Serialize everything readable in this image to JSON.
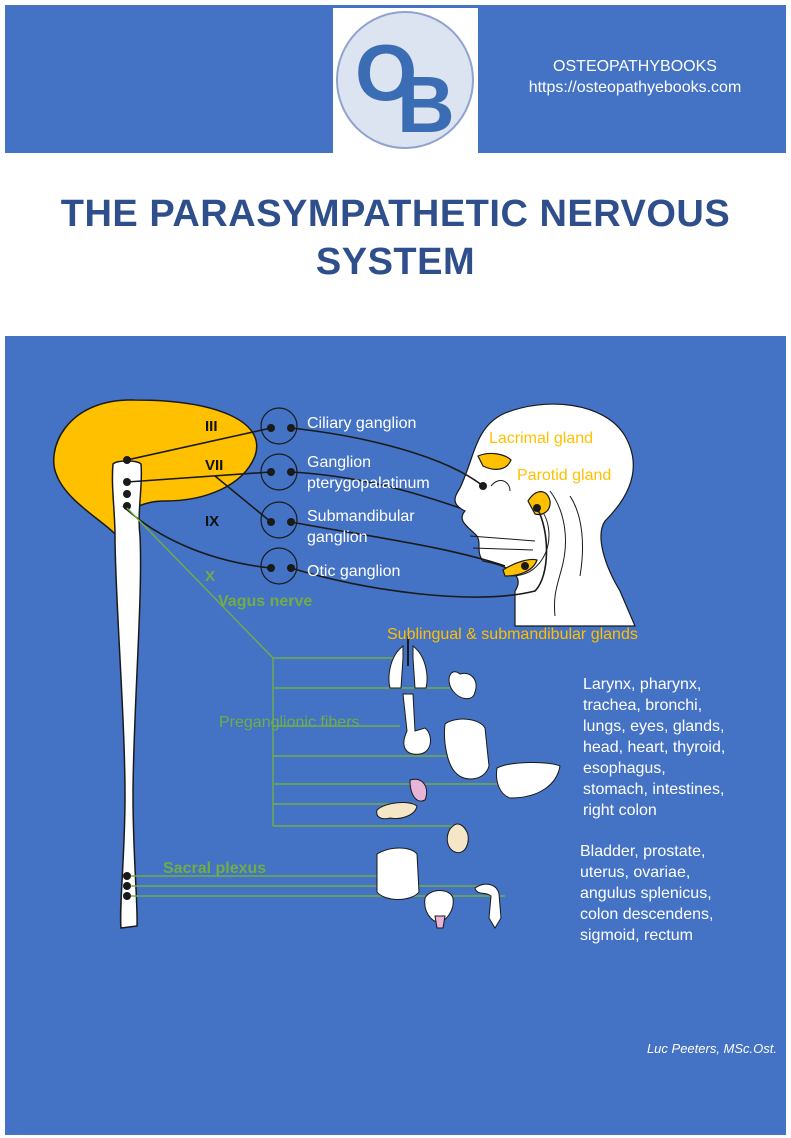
{
  "header": {
    "logo_letters": [
      "O",
      "B"
    ],
    "publisher_name": "OSTEOPATHYBOOKS",
    "publisher_url": "https://osteopathyebooks.com"
  },
  "title_lines": [
    "THE PARASYMPATHETIC NERVOUS",
    "SYSTEM"
  ],
  "cranial_nerves": [
    "III",
    "VII",
    "IX",
    "X"
  ],
  "ganglia": {
    "ciliary": "Ciliary ganglion",
    "ptery_line1": "Ganglion",
    "ptery_line2": "pterygopalatinum",
    "submand_line1": "Submandibular",
    "submand_line2": "ganglion",
    "otic": "Otic ganglion"
  },
  "glands": {
    "lacrimal": "Lacrimal gland",
    "parotid": "Parotid gland",
    "sublingual": "Sublingual & submandibular glands"
  },
  "labels": {
    "vagus": "Vagus nerve",
    "preganglionic": "Preganglionic fibers",
    "sacral": "Sacral plexus"
  },
  "vagus_organs": [
    "Larynx, pharynx,",
    "trachea, bronchi,",
    "lungs, eyes, glands,",
    "head, heart, thyroid,",
    "esophagus,",
    "stomach, intestines,",
    "right colon"
  ],
  "sacral_organs": [
    "Bladder, prostate,",
    "uterus, ovariae,",
    "angulus splenicus,",
    "colon descendens,",
    "sigmoid, rectum"
  ],
  "author": "Luc Peeters, MSc.Ost.",
  "colors": {
    "background_blue": "#4472C4",
    "title_blue": "#2E4F8C",
    "brain_yellow": "#FFC000",
    "fiber_green": "#70AD47",
    "gland_label_orange": "#FFC000"
  }
}
